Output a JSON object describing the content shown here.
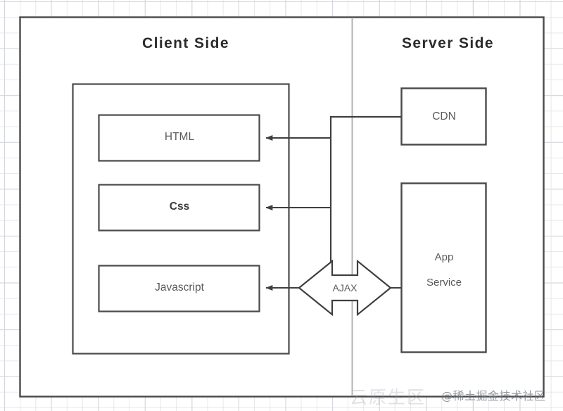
{
  "diagram": {
    "title_client": "Client Side",
    "title_server": "Server Side",
    "client_boxes": [
      {
        "label": "HTML",
        "emphasis": "normal"
      },
      {
        "label": "Css",
        "emphasis": "bold"
      },
      {
        "label": "Javascript",
        "emphasis": "normal"
      }
    ],
    "server_boxes": [
      {
        "label": "CDN"
      },
      {
        "label_line1": "App",
        "label_line2": "Service"
      }
    ],
    "connector_label": "AJAX",
    "colors": {
      "stroke": "#4a4a4a",
      "divider": "#b3b3b3",
      "text": "#5a5a5a",
      "title_text": "#2b2b2b",
      "canvas": "#ffffff",
      "grid_minor": "#d7dade",
      "grid_major": "#bdc2c8"
    }
  },
  "watermark": {
    "faint": "云原生区",
    "main": "@稀土掘金技术社区"
  }
}
